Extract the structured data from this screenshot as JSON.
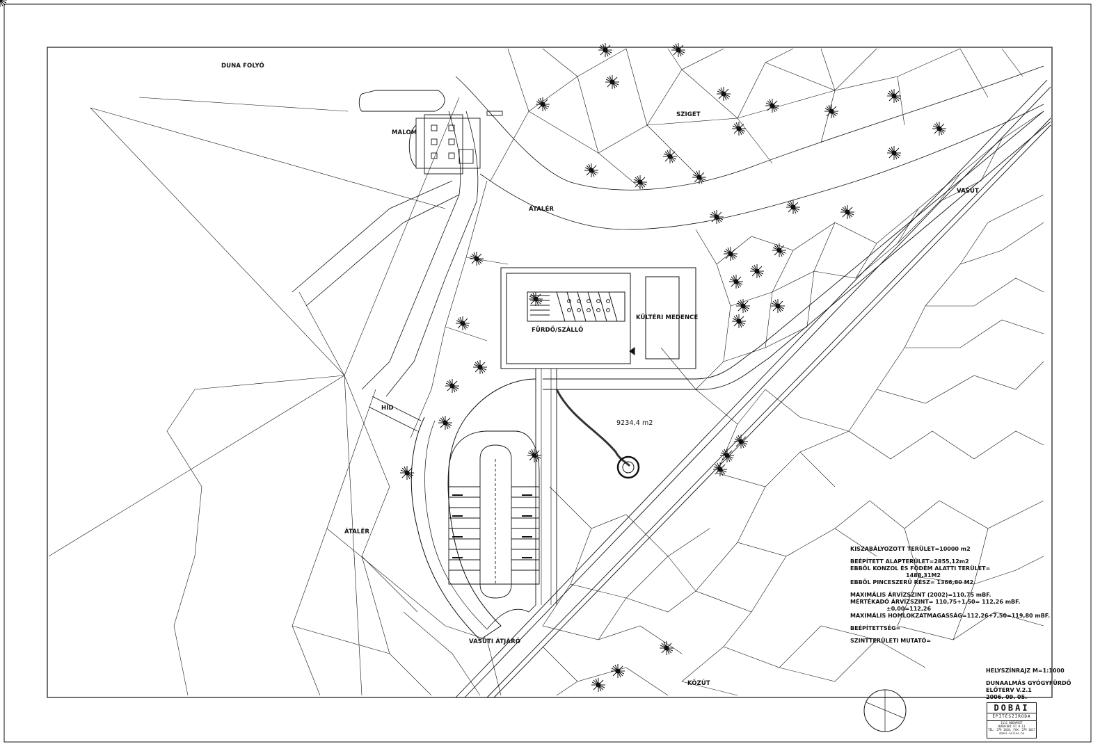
{
  "labels": {
    "river": "DUNA FOLYÓ",
    "mill": "MALOM",
    "island": "SZIGET",
    "passage_top": "ÁTALÉR",
    "railway": "VASÚT",
    "outdoor_pool": "KÜLTÉRI MEDENCE",
    "bath_hotel": "FÜRDŐ/SZÁLLÓ",
    "bridge": "HÍD",
    "area": "9234,4 m2",
    "passage_left": "ÁTALÉR",
    "rail_crossing": "VASÚTI ÁTJÁRÓ",
    "road": "KÖZÚT"
  },
  "info": {
    "regulated_area": "KISZABÁLYOZOTT TERÜLET=10000 m2",
    "built_footprint": "BEÉPÍTETT ALAPTERÜLET=2855,12m2",
    "console_area": "EBBŐL KONZOL ÉS FÖDÉM ALATTI TERÜLET=",
    "console_value": "1488,31M2",
    "basement_area": "EBBŐL PINCESZERŰ RÉSZ= 1366,80 M2",
    "max_flood": "MAXIMÁLIS ÁRVÍZSZINT (2002)=110,75 mBF.",
    "design_flood": "MÉRTÉKADÓ ÁRVÍZSZINT= 110,75+1,50= 112,26 mBF.",
    "zero_level": "±0,00=112,26",
    "max_height": "MAXIMÁLIS HOMLOKZATMAGASSÁG=112,26+7,50=119,80 mBF.",
    "built_ratio": "BEÉPÍTETTSÉG=",
    "floor_ratio": "SZINTTERÜLETI MUTATÓ="
  },
  "title_block": {
    "drawing": "HELYSZÍNRAJZ M=1:1000",
    "project": "DUNAALMÁS GYÓGYFÜRDŐ",
    "phase": "ELŐTERV  V.2.1",
    "date": "2006. 09. 05."
  },
  "logo": {
    "name": "DOBAI",
    "subtitle": "ÉPÍTÉSZIRODA",
    "address": "1111 BUDAPEST",
    "street": "BUDAFOKI ÚT 9-11",
    "phone": "TEL: 279 1810, FAX: 279 1817",
    "web": "dobai-online.hu"
  }
}
